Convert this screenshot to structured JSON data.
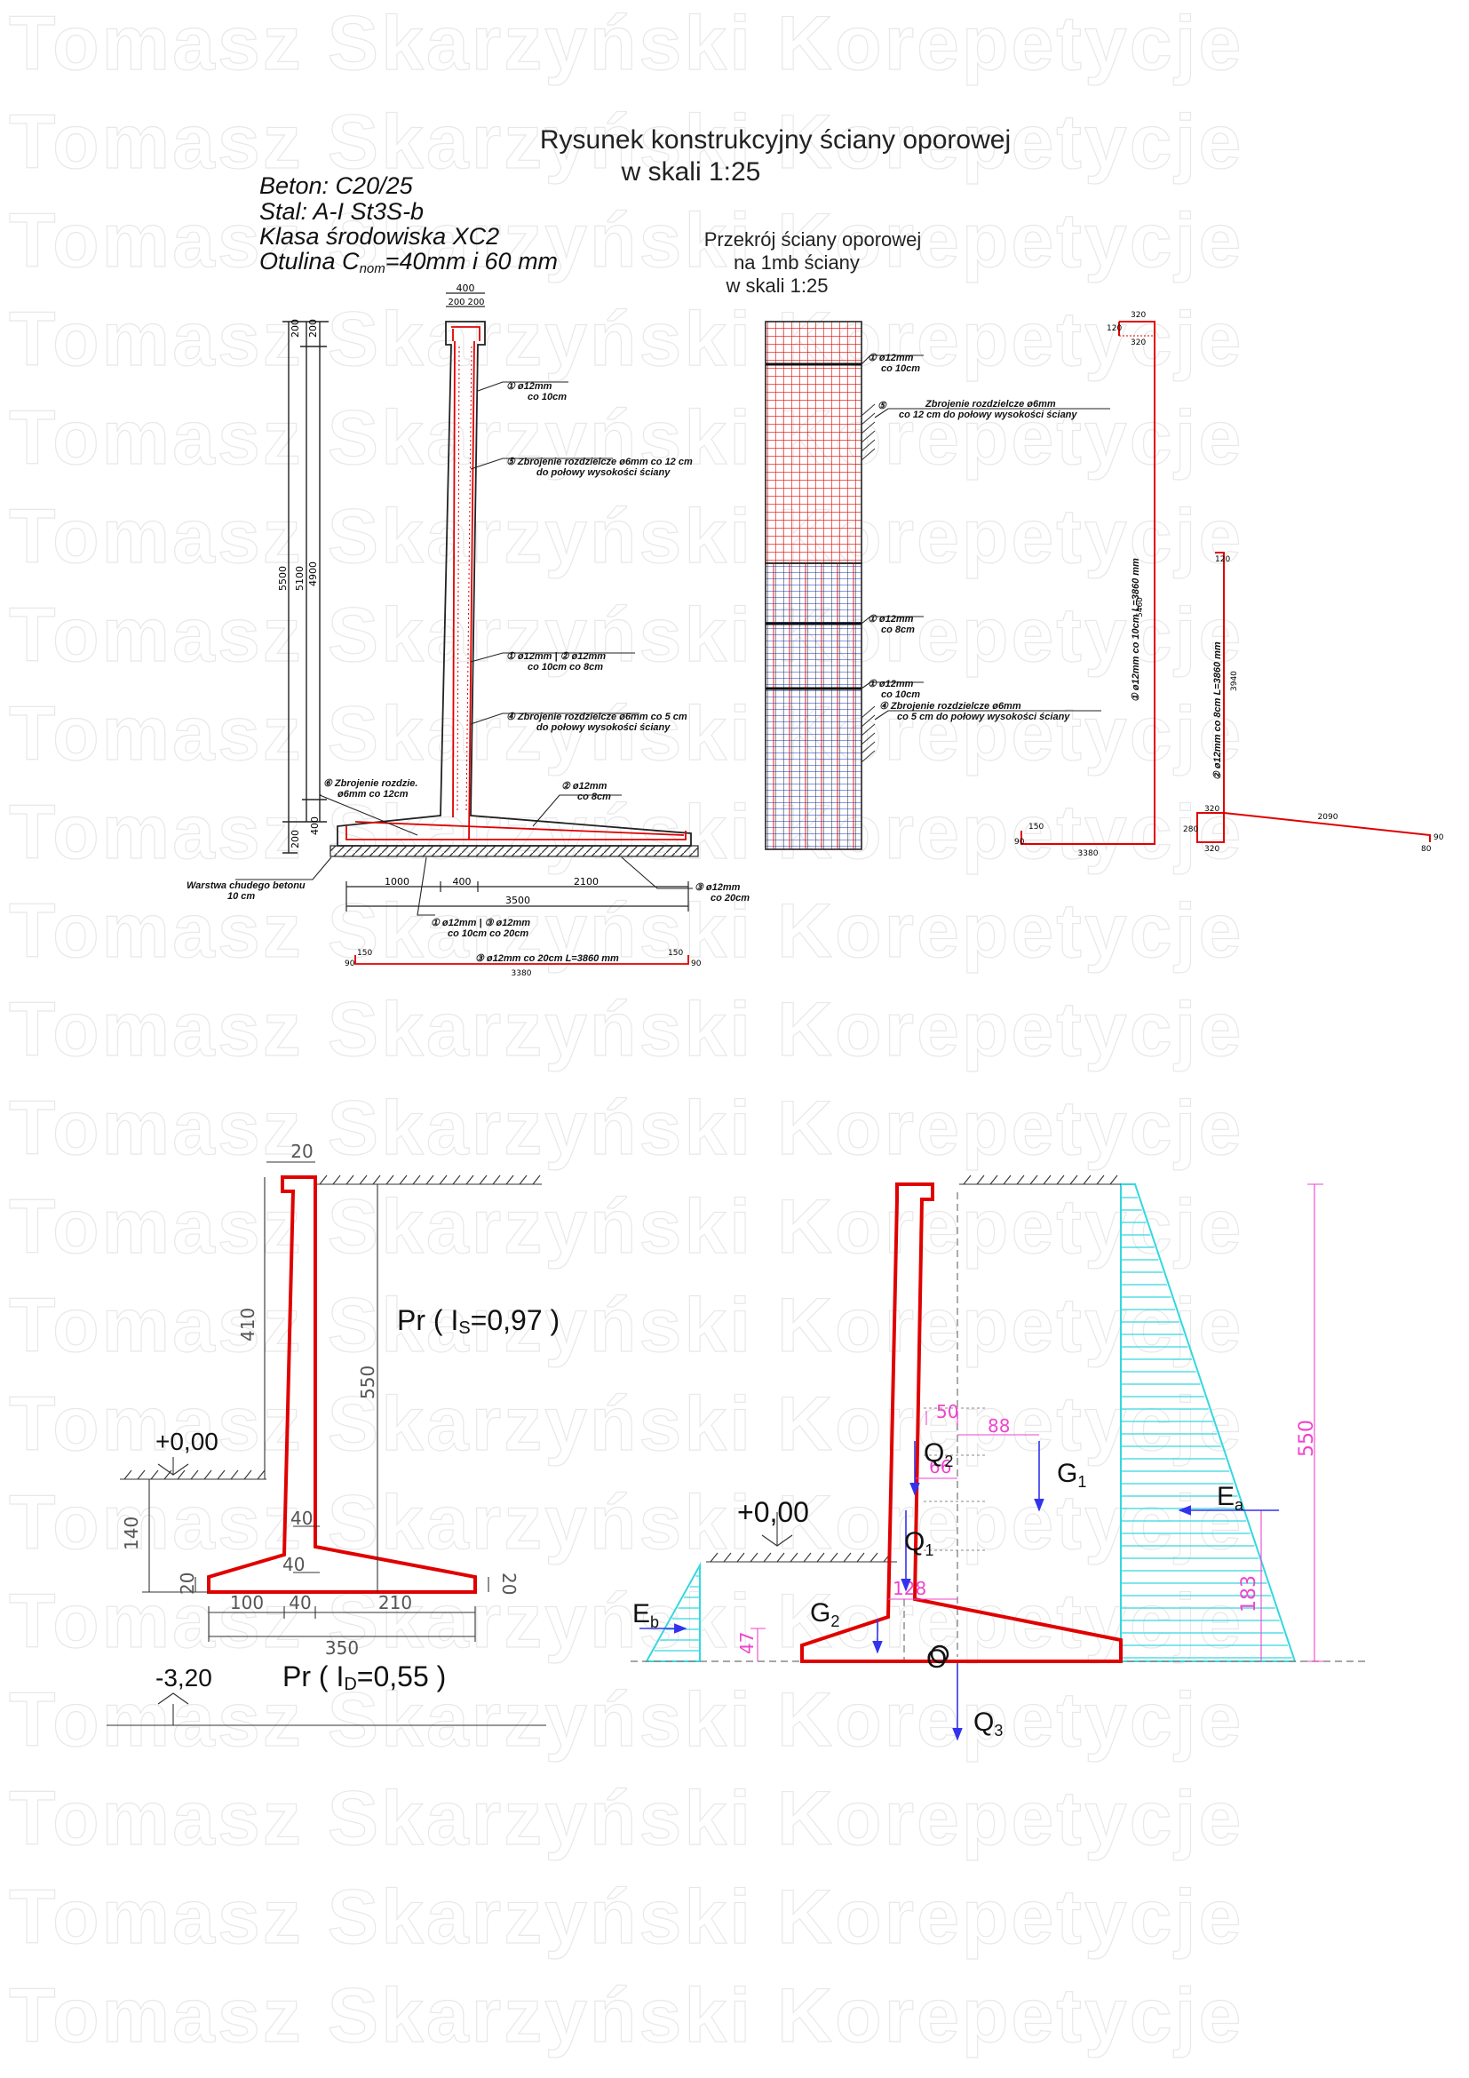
{
  "watermark": {
    "text": "Tomasz Skarzyński Korepetycje",
    "rows": 21
  },
  "header": {
    "title": "Rysunek konstrukcyjny ściany oporowej",
    "scale": "w skali 1:25"
  },
  "materials": [
    "Beton: C20/25",
    "Stal: A-I St3S-b",
    "Klasa środowiska XC2",
    "Otulina C",
    "nom",
    "=40mm i 60 mm"
  ],
  "section": {
    "title1": "Przekrój ściany oporowej",
    "title2": "na 1mb ściany",
    "title3": "w skali 1:25",
    "lab1a": "① ø12mm",
    "lab1b": "co 10cm",
    "lab2a": "⑤",
    "lab2b": "Zbrojenie rozdzielcze ø6mm",
    "lab2c": "co 12 cm do połowy wysokości ściany",
    "lab3a": "① ø12mm",
    "lab3b": "co 8cm",
    "lab4a": "① ø12mm",
    "lab4b": "co 10cm",
    "lab5a": "④ Zbrojenie rozdzielcze ø6mm",
    "lab5b": "co 5 cm do połowy wysokości ściany"
  },
  "elevation": {
    "top_w": "400",
    "top_w1": "200",
    "top_w2": "200",
    "h_total": "5500",
    "h_stem": "5100",
    "h_top": "200",
    "h_mid": "4900",
    "h_bot": "200",
    "h_base": "400",
    "lab1a": "① ø12mm",
    "lab1b": "co 10cm",
    "lab2a": "⑤ Zbrojenie rozdzielcze ø6mm co 12 cm",
    "lab2b": "do połowy wysokości ściany",
    "lab3a": "① ø12mm   |  ② ø12mm",
    "lab3b": "co 10cm        co 8cm",
    "lab4a": "④ Zbrojenie rozdzielcze ø6mm co 5 cm",
    "lab4b": "do połowy wysokości ściany",
    "lab5a": "⑥ Zbrojenie rozdzie.",
    "lab5b": "ø6mm co 12cm",
    "lab6a": "② ø12mm",
    "lab6b": "co 8cm",
    "lab7a": "Warstwa chudego betonu",
    "lab7b": "10 cm",
    "lab8a": "③ ø12mm",
    "lab8b": "co 20cm",
    "lab9a": "① ø12mm  |  ③ ø12mm",
    "lab9b": "co 10cm       co 20cm",
    "d_toe": "1000",
    "d_stem": "400",
    "d_heel": "2100",
    "d_total": "3500",
    "bar3": "③ ø12mm co 20cm L=3860 mm",
    "bar3_l": "150",
    "bar3_l2": "90",
    "bar3_r": "150",
    "bar3_r2": "90",
    "bar3_len": "3380"
  },
  "bars": {
    "b1_t1": "320",
    "b1_t2": "120",
    "b1_t3": "320",
    "b1_h": "5460",
    "b1_label": "① ø12mm co 10cm L=3860 mm",
    "b1_b1": "150",
    "b1_b2": "90",
    "b1_len": "3380",
    "b2_t": "120",
    "b2_h": "3940",
    "b2_label": "② ø12mm co 8cm L=3860 mm",
    "b2_b1": "320",
    "b2_b2": "280",
    "b2_b3": "320",
    "b2_len": "2090",
    "b2_end": "90",
    "b2_end2": "80"
  },
  "dim_left": {
    "top": "20",
    "h1": "410",
    "h2": "550",
    "h3": "140",
    "h4": "20",
    "h5": "20",
    "w1": "40",
    "w2": "40",
    "b1": "100",
    "b2": "40",
    "b3": "210",
    "total": "350",
    "lvl0": "+0,00",
    "lvl1": "-3,20",
    "soil1": "Pr  ( I",
    "soil1_sub": "S",
    "soil1_val": "=0,97 )",
    "soil2": "Pr  ( I",
    "soil2_sub": "D",
    "soil2_val": "=0,55 )"
  },
  "forces": {
    "lvl0": "+0,00",
    "Q1": "Q",
    "Q1s": "1",
    "Q2": "Q",
    "Q2s": "2",
    "Q3": "Q",
    "Q3s": "3",
    "G1": "G",
    "G1s": "1",
    "G2": "G",
    "G2s": "2",
    "Ea": "E",
    "Eas": "a",
    "Eb": "E",
    "Ebs": "b",
    "O": "O",
    "d50": "50",
    "d88": "88",
    "d66": "66",
    "d128": "128",
    "d47": "47",
    "d183": "183",
    "d550": "550"
  },
  "colors": {
    "section_red": "#e00000",
    "earth_cyan": "#33d8e0",
    "dim_magenta": "#ee44cc",
    "force_blue": "#3333ee"
  }
}
